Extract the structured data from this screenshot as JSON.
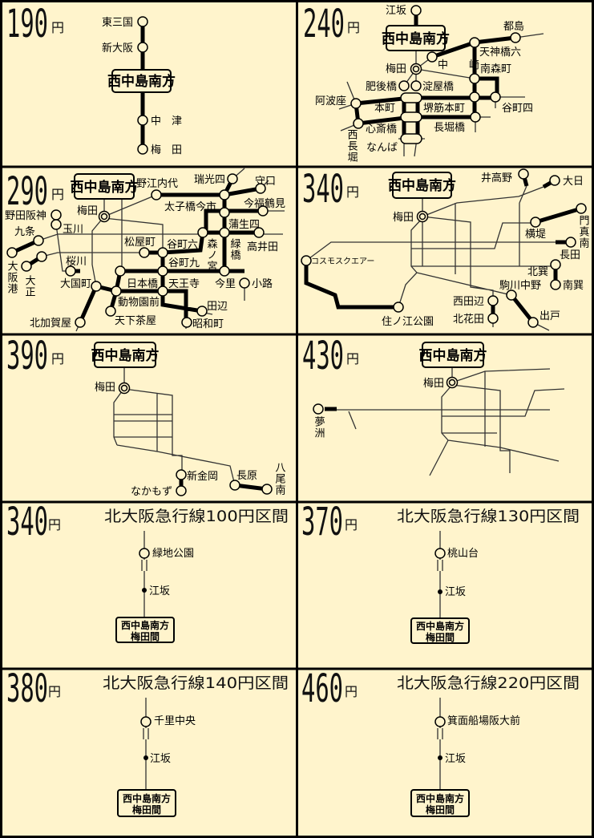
{
  "origin_label": "西中島南方",
  "yen": "円",
  "panels": [
    {
      "fare": "190",
      "stations": [
        "東三国",
        "新大阪",
        "中　津",
        "梅　田"
      ]
    },
    {
      "fare": "240",
      "stations": [
        "江坂",
        "都島",
        "中　　崎",
        "天神橋六",
        "南森町",
        "梅田",
        "肥後橋",
        "淀屋橋",
        "阿波座",
        "本町",
        "堺筋本町",
        "谷町四",
        "心斎橋",
        "長堀橋",
        "西長堀",
        "なんば"
      ]
    },
    {
      "fare": "290",
      "stations": [
        "野江内代",
        "瑞光四",
        "守口",
        "太子橋今市",
        "今福鶴見",
        "蒲生四",
        "高井田",
        "谷町六",
        "森ノ宮",
        "緑橋",
        "松屋町",
        "梅田",
        "野田阪神",
        "玉川",
        "九条",
        "大阪港",
        "大正",
        "桜川",
        "谷町九",
        "日本橋",
        "大国町",
        "今里",
        "小路",
        "天王寺",
        "動物園前",
        "天下茶屋",
        "北加賀屋",
        "田辺",
        "昭和町"
      ]
    },
    {
      "fare": "340",
      "stations": [
        "梅田",
        "井高野",
        "大日",
        "門真南",
        "横堤",
        "長田",
        "北巽",
        "南巽",
        "駒川中野",
        "出戸",
        "西田辺",
        "北花田",
        "コスモスクエアー",
        "住ノ江公園"
      ]
    },
    {
      "fare": "390",
      "stations": [
        "梅田",
        "新金岡",
        "なかもず",
        "長原",
        "八尾南"
      ]
    },
    {
      "fare": "430",
      "stations": [
        "梅田",
        "夢洲"
      ]
    },
    {
      "fare": "340",
      "header": "北大阪急行線100円区間",
      "stations": [
        "緑地公園",
        "江坂"
      ],
      "box": [
        "西中島南方",
        "梅田間"
      ]
    },
    {
      "fare": "370",
      "header": "北大阪急行線130円区間",
      "stations": [
        "桃山台",
        "江坂"
      ],
      "box": [
        "西中島南方",
        "梅田間"
      ]
    },
    {
      "fare": "380",
      "header": "北大阪急行線140円区間",
      "stations": [
        "千里中央",
        "江坂"
      ],
      "box": [
        "西中島南方",
        "梅田間"
      ]
    },
    {
      "fare": "460",
      "header": "北大阪急行線220円区間",
      "stations": [
        "箕面船場阪大前",
        "江坂"
      ],
      "box": [
        "西中島南方",
        "梅田間"
      ]
    }
  ]
}
